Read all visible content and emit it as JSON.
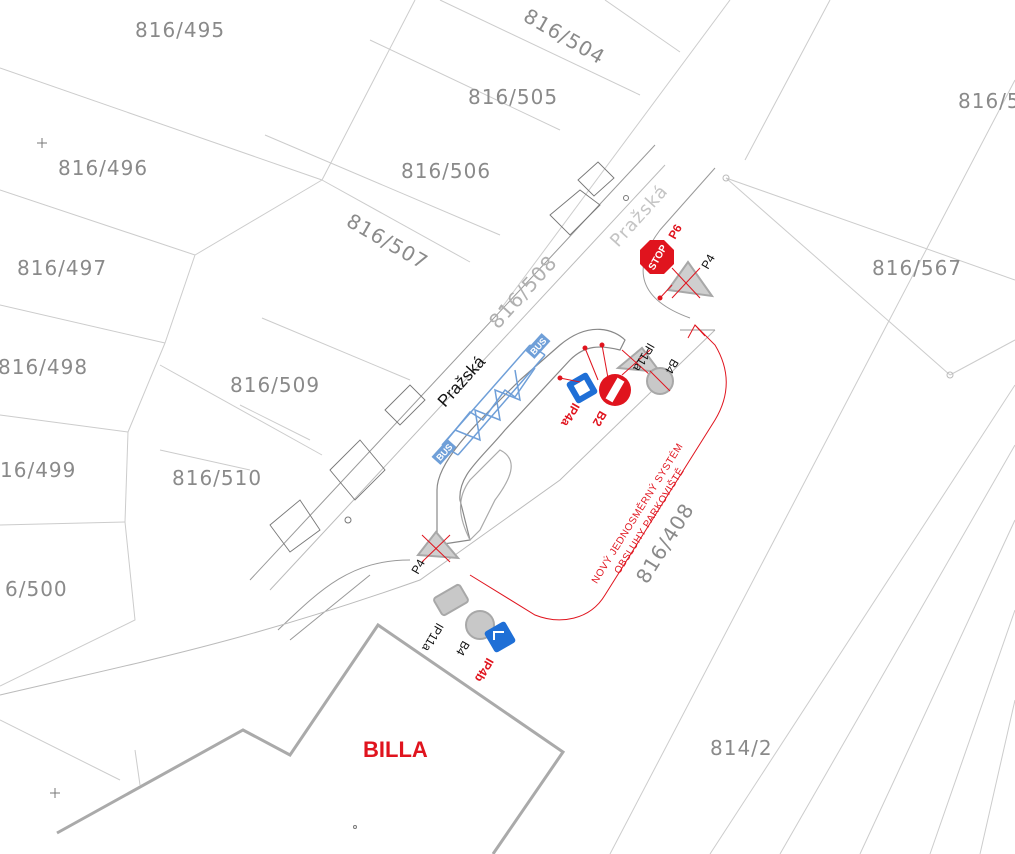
{
  "parcels": {
    "p495": "816/495",
    "p504": "816/504",
    "p505": "816/505",
    "p496": "816/496",
    "p506": "816/506",
    "p507": "816/507",
    "p508": "816/508",
    "p567": "816/567",
    "p56x": "816/5",
    "p497": "816/497",
    "p498": "816/498",
    "p509": "816/509",
    "p499": "16/499",
    "p510": "816/510",
    "p408": "816/408",
    "p500": "6/500",
    "p8142": "814/2"
  },
  "streets": {
    "main": "Pražská",
    "faint": "Pražská"
  },
  "store": "BILLA",
  "signs": {
    "p6": "P6",
    "stop": "STOP",
    "p4_top": "P4",
    "ip11a_top": "IP11a",
    "b4_top": "B4",
    "ip4a": "IP4a",
    "b2": "B2",
    "p4_bottom": "P4",
    "ip11a_bottom": "IP11a",
    "b4_bottom": "B4",
    "ip4b": "IP4b",
    "bus": "BUS"
  },
  "note": {
    "line1": "NOVÝ JEDNOSMĚRNÝ SYSTÉM",
    "line2": "OBSLUHY PARKOVIŠTĚ"
  },
  "colors": {
    "red": "#e0141e",
    "blue": "#1f6fd6",
    "line": "#c8c8c8",
    "bus": "#6f9fd8"
  }
}
